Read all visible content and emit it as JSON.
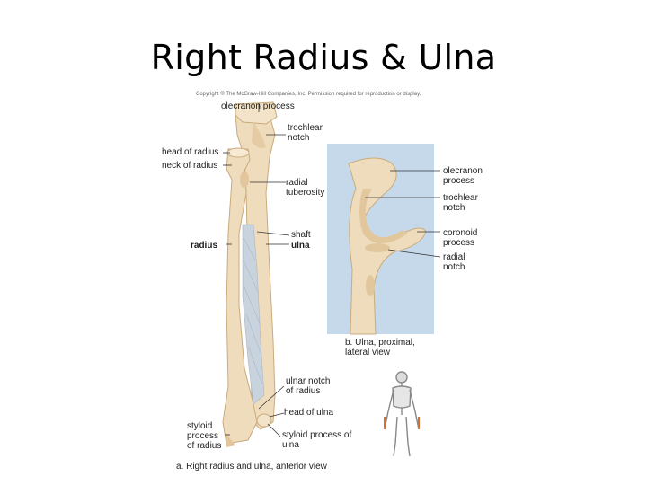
{
  "title": "Right Radius & Ulna",
  "copyright": "Copyright © The McGraw-Hill Companies, Inc. Permission required for reproduction or display.",
  "panel_a": {
    "labels": {
      "olecranon_process": "olecranon process",
      "trochlear_notch": "trochlear notch",
      "head_of_radius": "head of radius",
      "neck_of_radius": "neck of radius",
      "radial_tuberosity": "radial tuberosity",
      "shaft": "shaft",
      "radius": "radius",
      "ulna": "ulna",
      "ulnar_notch": "ulnar notch of radius",
      "head_of_ulna": "head of ulna",
      "styloid_radius": "styloid process of radius",
      "styloid_ulna": "styloid process of ulna"
    },
    "caption": "a. Right radius and ulna, anterior view"
  },
  "panel_b": {
    "labels": {
      "olecranon_process": "olecranon process",
      "trochlear_notch": "trochlear notch",
      "coronoid_process": "coronoid process",
      "radial_notch": "radial notch"
    },
    "caption": "b. Ulna, proximal, lateral view",
    "background_color": "#c6d9ea"
  },
  "colors": {
    "bone": "#efdcbd",
    "bone_shadow": "#d3b88e",
    "membrane": "#c9d3de",
    "leader": "#333333"
  }
}
